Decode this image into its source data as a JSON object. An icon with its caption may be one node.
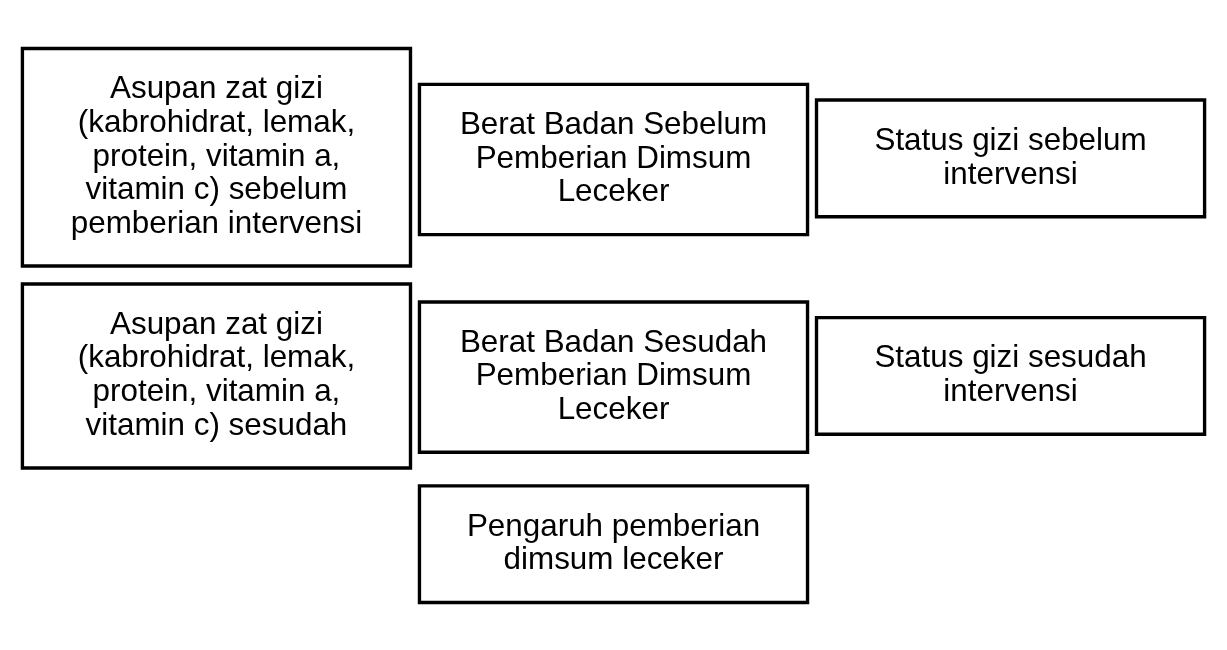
{
  "diagram": {
    "nodes": [
      {
        "text": [
          "Berat Badan Sebelum Pemberian Dimsum Leceker"
        ]
      },
      {
        "text": [
          "Status gizi sebelum intervensi"
        ]
      },
      {
        "text": [
          "Asupan zat gizi (kabrohidrat, lemak, protein, vitamin a, vitamin c) sebelum pemberian intervensi"
        ]
      },
      {
        "text": [
          "Pengaruh pemberian dimsum leceker"
        ]
      },
      {
        "text": [
          "Berat Badan Sesudah Pemberian Dimsum Leceker"
        ]
      },
      {
        "text": [
          "Status gizi sesudah intervensi"
        ]
      },
      {
        "text": [
          "Asupan zat gizi (kabrohidrat, lemak, protein, vitamin a, vitamin c) sesudah"
        ]
      }
    ]
  }
}
